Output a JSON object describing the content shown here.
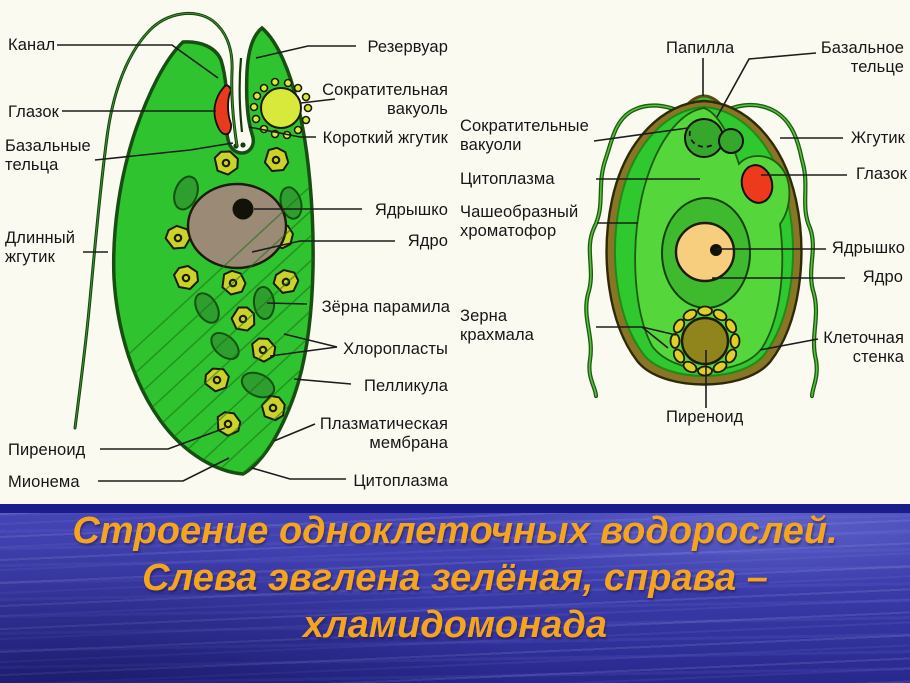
{
  "caption": {
    "line1": "Строение одноклеточных водорослей.",
    "line2": "Слева эвглена зелёная, справа –",
    "line3": "хламидомонада"
  },
  "euglena": {
    "labels": {
      "canal": "Канал",
      "eyespot": "Глазок",
      "basal_bodies": "Базальные\nтельца",
      "long_flagellum": "Длинный\nжгутик",
      "pyrenoid": "Пиреноид",
      "myoneme": "Мионема",
      "reservoir": "Резервуар",
      "contractile_vacuole": "Сократительная\nвакуоль",
      "short_flagellum": "Короткий жгутик",
      "nucleolus": "Ядрышко",
      "nucleus": "Ядро",
      "paramylon_grains": "Зёрна парамила",
      "chloroplasts": "Хлоропласты",
      "pellicle": "Пелликула",
      "plasma_membrane": "Плазматическая\nмембрана",
      "cytoplasm": "Цитоплазма"
    }
  },
  "chlamydomonas": {
    "labels": {
      "papilla": "Папилла",
      "basal_body": "Базальное\nтельце",
      "flagellum": "Жгутик",
      "eyespot": "Глазок",
      "contractile_vacuoles": "Сократительные\nвакуоли",
      "cytoplasm": "Цитоплазма",
      "cup_chromatophore": "Чашеобразный\nхроматофор",
      "starch_grains": "Зерна\nкрахмала",
      "nucleolus": "Ядрышко",
      "nucleus": "Ядро",
      "cell_wall": "Клеточная\nстенка",
      "pyrenoid": "Пиреноид"
    }
  },
  "colors": {
    "background": "#FBFAF1",
    "body_green": "#2FC32F",
    "inner_light_green": "#55D63A",
    "dark_outline": "#174F12",
    "eyespot_red": "#E83A1E",
    "nucleus_brown": "#9A8A76",
    "vacuole_yellow": "#D9E93C",
    "cell_wall_gold": "#8A7426",
    "nucleus_tan": "#F7CD7E",
    "pyrenoid_olive": "#8F851C",
    "starch_yellow": "#E2CF25",
    "caption_orange": "#F5A51D",
    "water_blue": "#3A3AAA",
    "label_text": "#161616"
  }
}
